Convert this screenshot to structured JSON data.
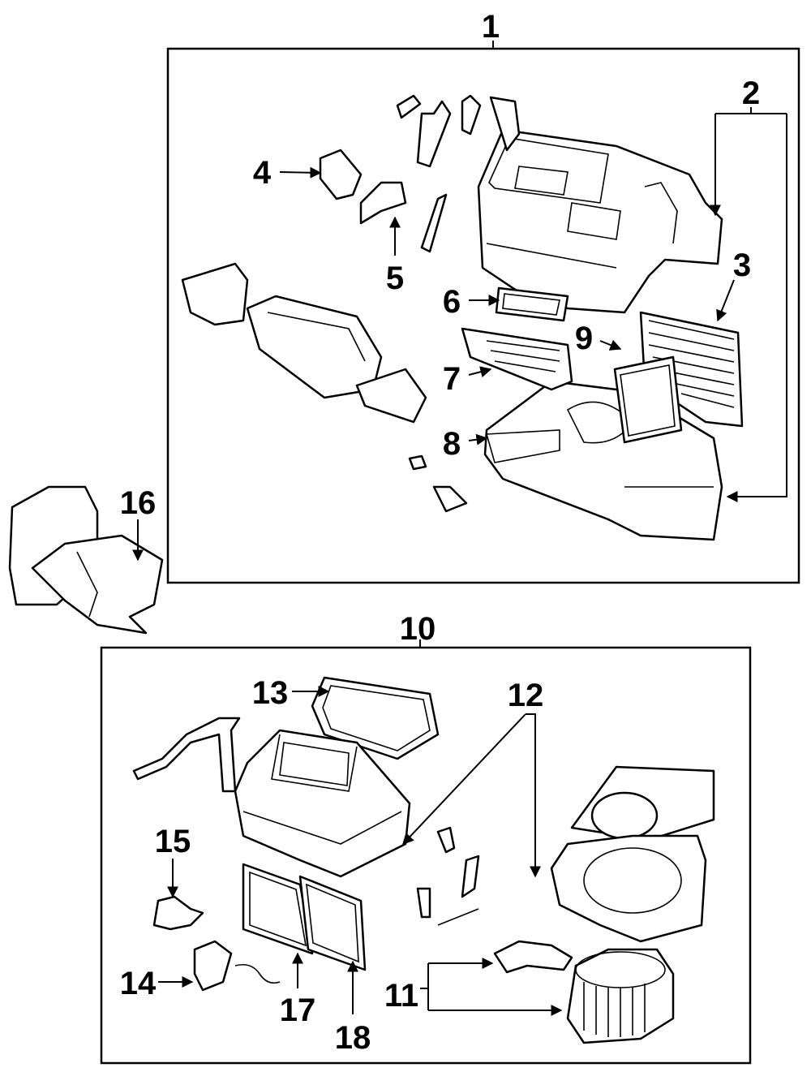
{
  "diagram": {
    "callouts": {
      "c1": "1",
      "c2": "2",
      "c3": "3",
      "c4": "4",
      "c5": "5",
      "c6": "6",
      "c7": "7",
      "c8": "8",
      "c9": "9",
      "c10": "10",
      "c11": "11",
      "c12": "12",
      "c13": "13",
      "c14": "14",
      "c15": "15",
      "c16": "16",
      "c17": "17",
      "c18": "18"
    },
    "line_color": "#000000",
    "background": "#ffffff"
  }
}
